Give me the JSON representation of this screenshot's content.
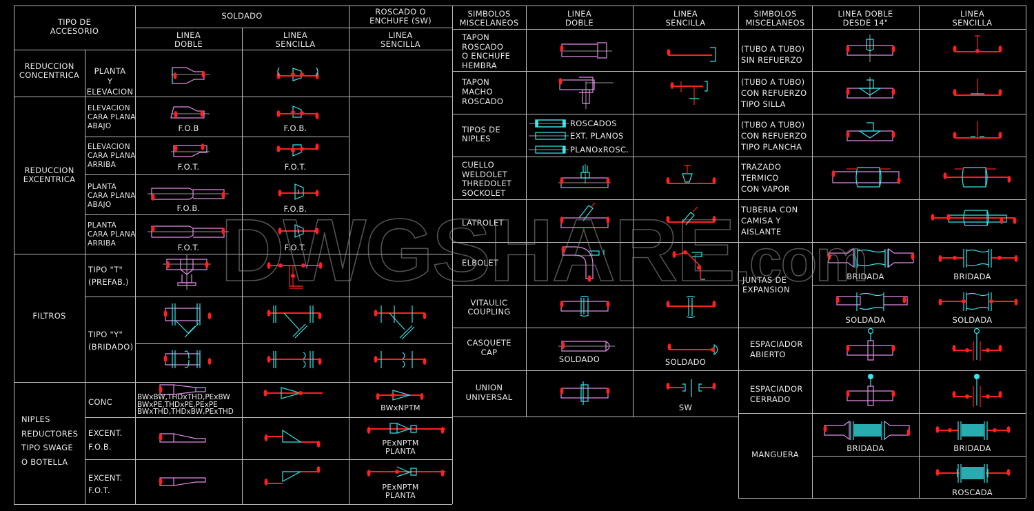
{
  "colors": {
    "pipe_magenta": "#e38de6",
    "fitting_cyan": "#35e6ea",
    "line_red": "#ff2020",
    "grid": "#bdbdbd",
    "text": "#e8e8e8",
    "background": "#000000"
  },
  "watermark": {
    "main": "DWGSHARE",
    "suffix": ".com"
  },
  "table1": {
    "header": {
      "tipo": "TIPO DE\nACCESORIO",
      "soldado": "SOLDADO",
      "roscado": "ROSCADO O\nENCHUFE (SW)",
      "linea_doble": "LINEA\nDOBLE",
      "linea_sencilla": "LINEA\nSENCILLA",
      "linea_sencilla_sw": "LINEA\nSENCILLA"
    },
    "groups": {
      "conc": "REDUCCION\nCONCENTRICA",
      "exc": "REDUCCION\nEXCENTRICA",
      "filtros": "FILTROS",
      "niples": "NIPLES\nREDUCTORES\nTIPO SWAGE\nO BOTELLA"
    },
    "rows": {
      "r1": "PLANTA\nY\nELEVACION",
      "r2": "ELEVACION\nCARA PLANA\nABAJO",
      "r3": "ELEVACION\nCARA PLANA\nARRIBA",
      "r4": "PLANTA\nCARA PLANA\nABAJO",
      "r5": "PLANTA\nCARA PLANA\nARRIBA",
      "r6": "TIPO \"T\"\n(PREFAB.)",
      "r7": "TIPO \"Y\"\n(BRIDADO)",
      "r9": "CONC",
      "r10": "EXCENT.\nF.O.B.",
      "r11": "EXCENT.\nF.O.T."
    },
    "captions": {
      "fob": "F.O.B",
      "fob_dot": "F.O.B.",
      "fot": "F.O.T.",
      "conc_codes": "BWxBW,THDxTHD,PExBW\nBWxPE,THDxPE,PExPE\nBWxTHD,THDxBW,PExTHD",
      "bwxnptm": "BWxNPTM",
      "pexnptm": "PExNPTM\nPLANTA"
    }
  },
  "table2": {
    "header": {
      "simbolos": "SIMBOLOS\nMISCELANEOS",
      "linea_doble": "LINEA\nDOBLE",
      "linea_sencilla": "LINEA\nSENCILLA"
    },
    "rows": [
      "TAPON\nROSCADO\nO ENCHUFE\nHEMBRA",
      "TAPON\nMACHO\nROSCADO",
      "TIPOS DE\nNIPLES",
      "CUELLO\nWELDOLET\nTHREDOLET\nSOCKOLET",
      "LATROLET",
      "ELBOLET",
      "VITAULIC\nCOUPLING",
      "CASQUETE\nCAP",
      "UNION\nUNIVERSAL"
    ],
    "niples": [
      "ROSCADOS",
      "EXT. PLANOS",
      "PLANOxROSC."
    ],
    "captions": {
      "soldado": "SOLDADO",
      "sw": "SW"
    }
  },
  "table3": {
    "header": {
      "simbolos": "SIMBOLOS\nMISCELANEOS",
      "linea_doble": "LINEA DOBLE\nDESDE 14\"",
      "linea_sencilla": "LINEA\nSENCILLA"
    },
    "rows": [
      "(TUBO A TUBO)\nSIN REFUERZO",
      "(TUBO A TUBO)\nCON REFUERZO\nTIPO SILLA",
      "(TUBO A TUBO)\nCON REFUERZO\nTIPO PLANCHA",
      "TRAZADO\nTERMICO\nCON VAPOR",
      "TUBERIA CON\nCAMISA Y\nAISLANTE",
      "JUNTAS DE\nEXPANSION",
      "ESPACIADOR\nABIERTO",
      "ESPACIADOR\nCERRADO",
      "MANGUERA"
    ],
    "captions": {
      "bridada": "BRIDADA",
      "soldada": "SOLDADA",
      "roscada": "ROSCADA"
    }
  }
}
